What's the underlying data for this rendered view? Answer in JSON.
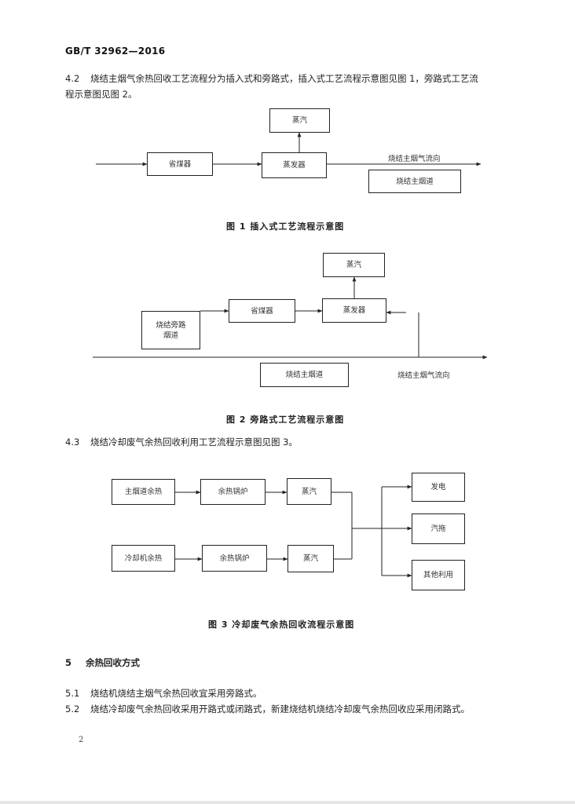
{
  "header": {
    "standard_number": "GB/T 32962—2016"
  },
  "section_4_2": {
    "number": "4.2",
    "text_line1": "烧结主烟气余热回收工艺流程分为插入式和旁路式，插入式工艺流程示意图见图 1，旁路式工艺流",
    "text_line2": "程示意图见图 2。"
  },
  "figure1": {
    "boxes": {
      "steam": "蒸汽",
      "economizer": "省煤器",
      "evaporator": "蒸发器",
      "main_flue": "烧结主烟道"
    },
    "flow_label": "烧结主烟气流向",
    "caption": "图 1   插入式工艺流程示意图"
  },
  "figure2": {
    "boxes": {
      "steam": "蒸汽",
      "economizer": "省煤器",
      "evaporator": "蒸发器",
      "bypass_flue": "烧结旁路烟道",
      "main_flue": "烧结主烟道"
    },
    "flow_label": "烧结主烟气流向",
    "caption": "图 2   旁路式工艺流程示意图"
  },
  "section_4_3": {
    "number": "4.3",
    "text": "烧结冷却废气余热回收利用工艺流程示意图见图 3。"
  },
  "figure3": {
    "boxes": {
      "main_flue_heat": "主烟道余热",
      "boiler1": "余热锅炉",
      "steam1": "蒸汽",
      "cooler_heat": "冷却机余热",
      "boiler2": "余热锅炉",
      "steam2": "蒸汽",
      "power": "发电",
      "drive": "汽拖",
      "other_use": "其他利用"
    },
    "caption": "图 3   冷却废气余热回收流程示意图"
  },
  "section_5": {
    "number": "5",
    "title": "余热回收方式",
    "items": [
      {
        "number": "5.1",
        "text": "烧结机烧结主烟气余热回收宜采用旁路式。"
      },
      {
        "number": "5.2",
        "text": "烧结冷却废气余热回收采用开路式或闭路式，新建烧结机烧结冷却废气余热回收应采用闭路式。"
      }
    ]
  },
  "page_number": "2"
}
